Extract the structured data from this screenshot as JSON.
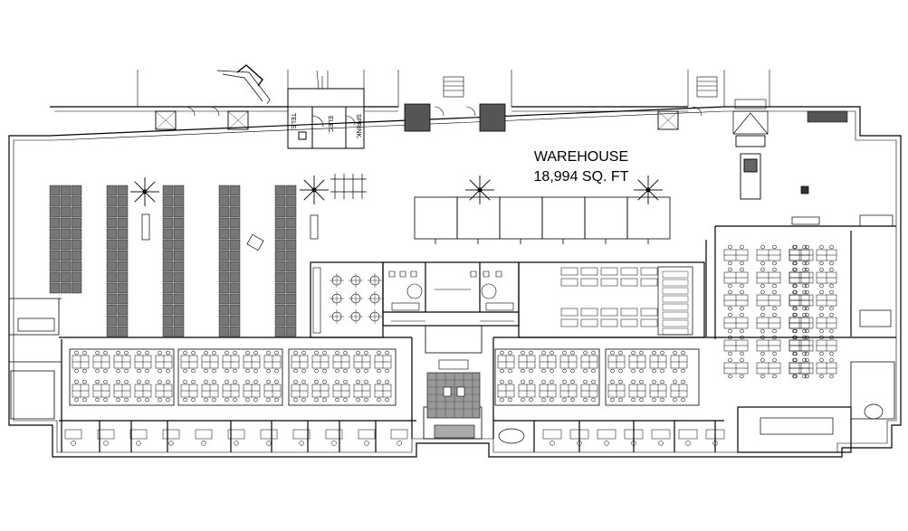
{
  "plan": {
    "title": "WAREHOUSE",
    "area": "18,994 SQ. FT",
    "room_labels": {
      "tele": "TELE.",
      "elec": "ELEC.",
      "sprink": "SPRINK."
    }
  },
  "colors": {
    "line": "#000000",
    "background": "#ffffff",
    "fill_dark": "#444444",
    "fill_mid": "#888888"
  }
}
